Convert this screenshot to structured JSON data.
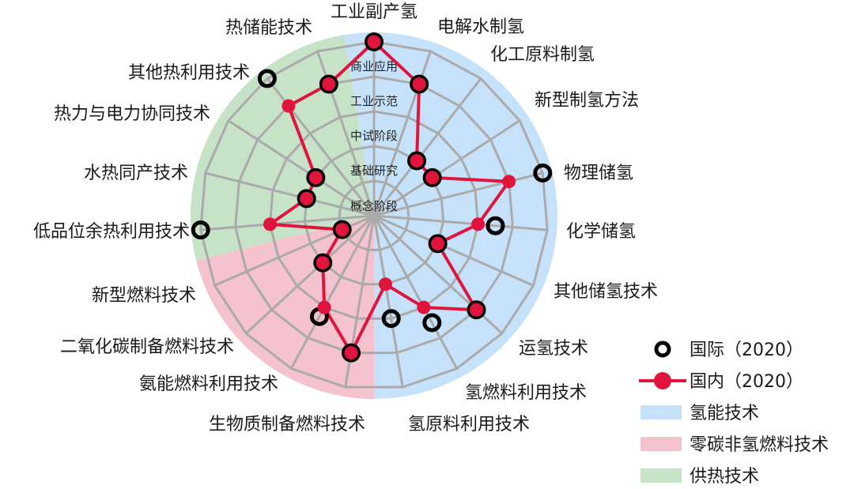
{
  "chart_data": {
    "type": "radar",
    "title": "",
    "center": [
      473,
      273
    ],
    "radius_per_level": 44,
    "max_level": 5,
    "background_radius": 232,
    "levels": [
      "概念阶段",
      "基础研究",
      "中试阶段",
      "工业示范",
      "商业应用"
    ],
    "level_label_radii": [
      12,
      57,
      101,
      145,
      189
    ],
    "categories": [
      "工业副产氢",
      "电解水制氢",
      "化工原料制氢",
      "新型制氢方法",
      "物理储氢",
      "化学储氢",
      "其他储氢技术",
      "运氢技术",
      "氢燃料利用技术",
      "氢原料利用技术",
      "生物质制备燃料技术",
      "氨能燃料利用技术",
      "二氧化碳制备燃料技术",
      "新型燃料技术",
      "低品位余热利用技术",
      "水热同产技术",
      "热力与电力协同技术",
      "其他热利用技术",
      "热储能技术"
    ],
    "label_positions": [
      [
        473,
        14,
        "middle"
      ],
      [
        553,
        33,
        "start"
      ],
      [
        620,
        68,
        "start"
      ],
      [
        676,
        126,
        "start"
      ],
      [
        713,
        218,
        "start"
      ],
      [
        716,
        292,
        "start"
      ],
      [
        700,
        368,
        "start"
      ],
      [
        656,
        440,
        "start"
      ],
      [
        588,
        496,
        "start"
      ],
      [
        516,
        536,
        "start"
      ],
      [
        462,
        536,
        "end"
      ],
      [
        352,
        485,
        "end"
      ],
      [
        296,
        438,
        "end"
      ],
      [
        248,
        373,
        "end"
      ],
      [
        240,
        292,
        "end"
      ],
      [
        238,
        218,
        "end"
      ],
      [
        266,
        143,
        "end"
      ],
      [
        316,
        91,
        "end"
      ],
      [
        395,
        34,
        "end"
      ]
    ],
    "groups": [
      {
        "name": "氢能技术",
        "color": "#c6e2fb",
        "start_index": 0,
        "count": 10
      },
      {
        "name": "零碳非氢燃料技术",
        "color": "#f5c3cd",
        "start_index": 10,
        "count": 4
      },
      {
        "name": "供热技术",
        "color": "#c6e3c8",
        "start_index": 14,
        "count": 5
      }
    ],
    "series": [
      {
        "name": "国际（2020）",
        "style": "open-circle",
        "color": "#000000",
        "values": [
          5,
          4,
          2,
          2,
          5,
          3.5,
          2,
          4,
          3.5,
          3,
          4,
          3.3,
          2,
          1,
          5,
          2,
          2,
          5,
          4
        ]
      },
      {
        "name": "国内（2020）",
        "style": "line-marker",
        "color": "#e0143c",
        "values": [
          5,
          4,
          2,
          2,
          4,
          3,
          2,
          4,
          3,
          2,
          4,
          3,
          2,
          1,
          3,
          2,
          2,
          4,
          4
        ]
      }
    ],
    "legend": {
      "position": "lower-right",
      "items": [
        {
          "label": "国际（2020）",
          "kind": "open-circle",
          "color": "#000000"
        },
        {
          "label": "国内（2020）",
          "kind": "line-marker",
          "color": "#e0143c"
        },
        {
          "label": "氢能技术",
          "kind": "patch",
          "color": "#c6e2fb"
        },
        {
          "label": "零碳非氢燃料技术",
          "kind": "patch",
          "color": "#f5c3cd"
        },
        {
          "label": "供热技术",
          "kind": "patch",
          "color": "#c6e3c8"
        }
      ]
    },
    "grid": true
  }
}
